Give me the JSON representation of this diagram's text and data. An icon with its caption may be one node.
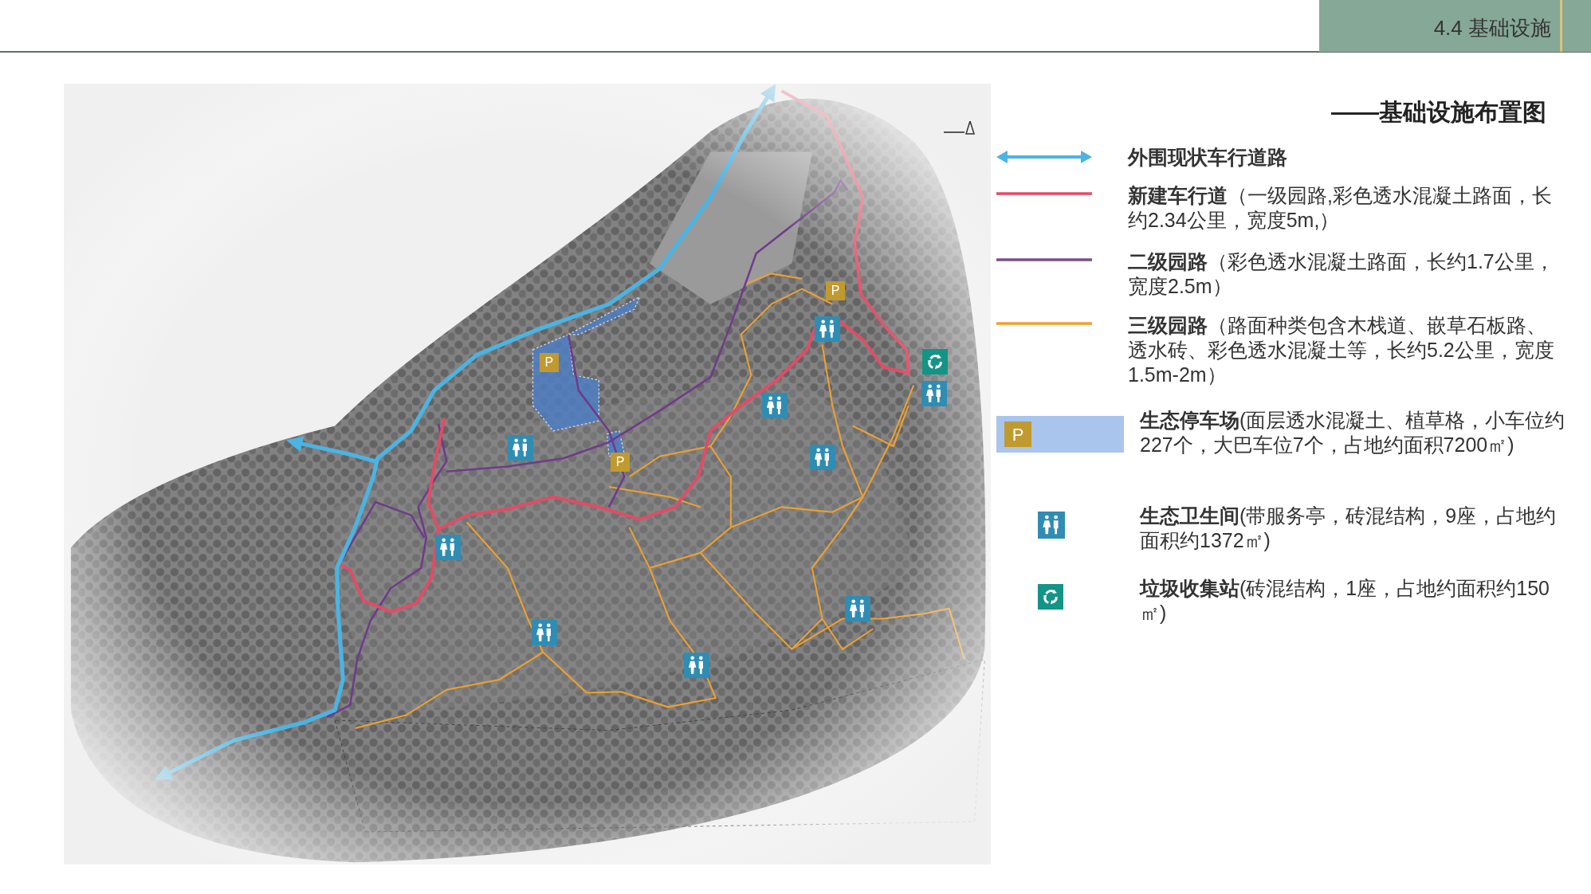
{
  "diagram": {
    "title": "——基础设施布置图",
    "labels": [
      "4.4 基础设施",
      "P",
      "P",
      "P",
      "P"
    ],
    "legend": [
      {
        "text": "外围现状车行道路"
      },
      {
        "text": "**新建车行道**（一级园路,彩色透水混凝土路面，长约2.34公里，宽度5m,）"
      },
      {
        "text": "**二级园路**（彩色透水混凝土路面，长约1.7公里，宽度2.5m）"
      },
      {
        "text": "**三级园路**（路面种类包含木栈道、嵌草石板路、透水砖、彩色透水混凝土等，长约5.2公里，宽度1.5m-2m）"
      },
      {
        "text": "**生态停车场**(面层透水混凝土、植草格，小车位约227个，大巴车位7个，占地约面积7200㎡)",
        "color": "#a9c5ee"
      },
      {
        "text": "**生态卫生间**(带服务亭，砖混结构，9座，占地约面积约1372㎡)"
      },
      {
        "text": "**垃圾收集站**(砖混结构，1座，占地约面积约150㎡)"
      }
    ]
  }
}
